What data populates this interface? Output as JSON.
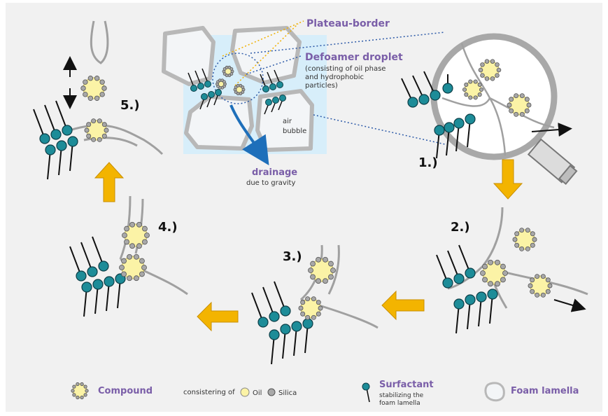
{
  "labels": {
    "plateau_border": "Plateau-border",
    "defoamer_title": "Defoamer droplet",
    "defoamer_desc": [
      "(consisting of oil phase",
      "and hydrophobic",
      "particles)"
    ],
    "air_bubble": [
      "air",
      "bubble"
    ],
    "drainage": "drainage",
    "due_to_gravity": "due to gravity"
  },
  "steps": [
    "1.)",
    "2.)",
    "3.)",
    "4.)",
    "5.)"
  ],
  "legend": {
    "compound": "Compound",
    "consisting_of": "consistering of",
    "oil": "Oil",
    "silica": "Silica",
    "surfactant": "Surfactant",
    "surfactant_desc": [
      "stabilizing the",
      "foam lamella"
    ],
    "foam_lamella": "Foam lamella"
  },
  "colors": {
    "panel_bg": "#f1f1f1",
    "surfactant_head": "#1d8c98",
    "oil": "#fbf3a6",
    "silica": "#a8a8a8",
    "lamella_line": "#9e9e9e",
    "arrow_yellow": "#f3b400",
    "drainage_blue": "#1e6fba",
    "accent_purple": "#7a5ea8",
    "dotted_blue": "#2d5aa8",
    "dotted_orange": "#f0b000"
  }
}
